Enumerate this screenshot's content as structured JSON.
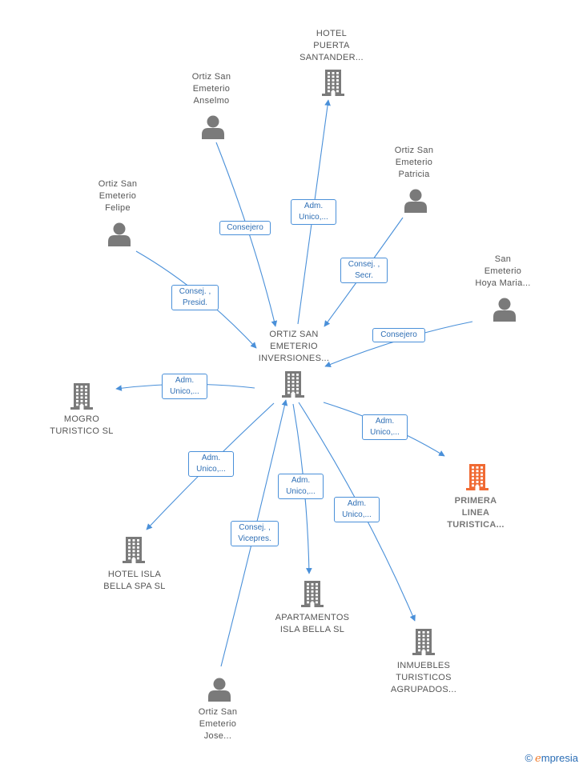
{
  "colors": {
    "edge": "#4a90d9",
    "icon_gray": "#7a7a7a",
    "icon_focus": "#f06a33",
    "brand_blue": "#2a6db5",
    "brand_orange": "#f07a2a"
  },
  "nodes": {
    "hotel_puerta": {
      "label": "HOTEL\nPUERTA\nSANTANDER...",
      "kind": "company",
      "icon": "building-icon"
    },
    "ortiz_anselmo": {
      "label": "Ortiz San\nEmeterio\nAnselmo",
      "kind": "person",
      "icon": "person-icon"
    },
    "ortiz_patricia": {
      "label": "Ortiz San\nEmeterio\nPatricia",
      "kind": "person",
      "icon": "person-icon"
    },
    "ortiz_felipe": {
      "label": "Ortiz San\nEmeterio\nFelipe",
      "kind": "person",
      "icon": "person-icon"
    },
    "san_emeterio_hoya": {
      "label": "San\nEmeterio\nHoya Maria...",
      "kind": "person",
      "icon": "person-icon"
    },
    "ortiz_inversiones": {
      "label": "ORTIZ SAN\nEMETERIO\nINVERSIONES...",
      "kind": "company",
      "icon": "building-icon"
    },
    "mogro": {
      "label": "MOGRO\nTURISTICO   SL",
      "kind": "company",
      "icon": "building-icon"
    },
    "primera_linea": {
      "label": "PRIMERA\nLINEA\nTURISTICA...",
      "kind": "focus",
      "icon": "building-icon"
    },
    "hotel_isla": {
      "label": "HOTEL ISLA\nBELLA SPA   SL",
      "kind": "company",
      "icon": "building-icon"
    },
    "apartamentos": {
      "label": "APARTAMENTOS\nISLA BELLA  SL",
      "kind": "company",
      "icon": "building-icon"
    },
    "inmuebles": {
      "label": "INMUEBLES\nTURISTICOS\nAGRUPADOS...",
      "kind": "company",
      "icon": "building-icon"
    },
    "ortiz_jose": {
      "label": "Ortiz San\nEmeterio\nJose...",
      "kind": "person",
      "icon": "person-icon"
    }
  },
  "edges": {
    "e_inversiones_hotel_puerta": {
      "label": "Adm.\nUnico,..."
    },
    "e_anselmo_inversiones": {
      "label": "Consejero"
    },
    "e_patricia_inversiones": {
      "label": "Consej. ,\nSecr."
    },
    "e_felipe_inversiones": {
      "label": "Consej. ,\nPresid."
    },
    "e_hoya_inversiones": {
      "label": "Consejero"
    },
    "e_inversiones_mogro": {
      "label": "Adm.\nUnico,..."
    },
    "e_inversiones_primera": {
      "label": "Adm.\nUnico,..."
    },
    "e_inversiones_hotel_isla": {
      "label": "Adm.\nUnico,..."
    },
    "e_inversiones_apartamentos": {
      "label": "Adm.\nUnico,..."
    },
    "e_inversiones_inmuebles": {
      "label": "Adm.\nUnico,..."
    },
    "e_jose_inversiones": {
      "label": "Consej. ,\nVicepres."
    }
  },
  "brand": {
    "copyright": "©",
    "name_initial": "e",
    "name_rest": "mpresia"
  }
}
